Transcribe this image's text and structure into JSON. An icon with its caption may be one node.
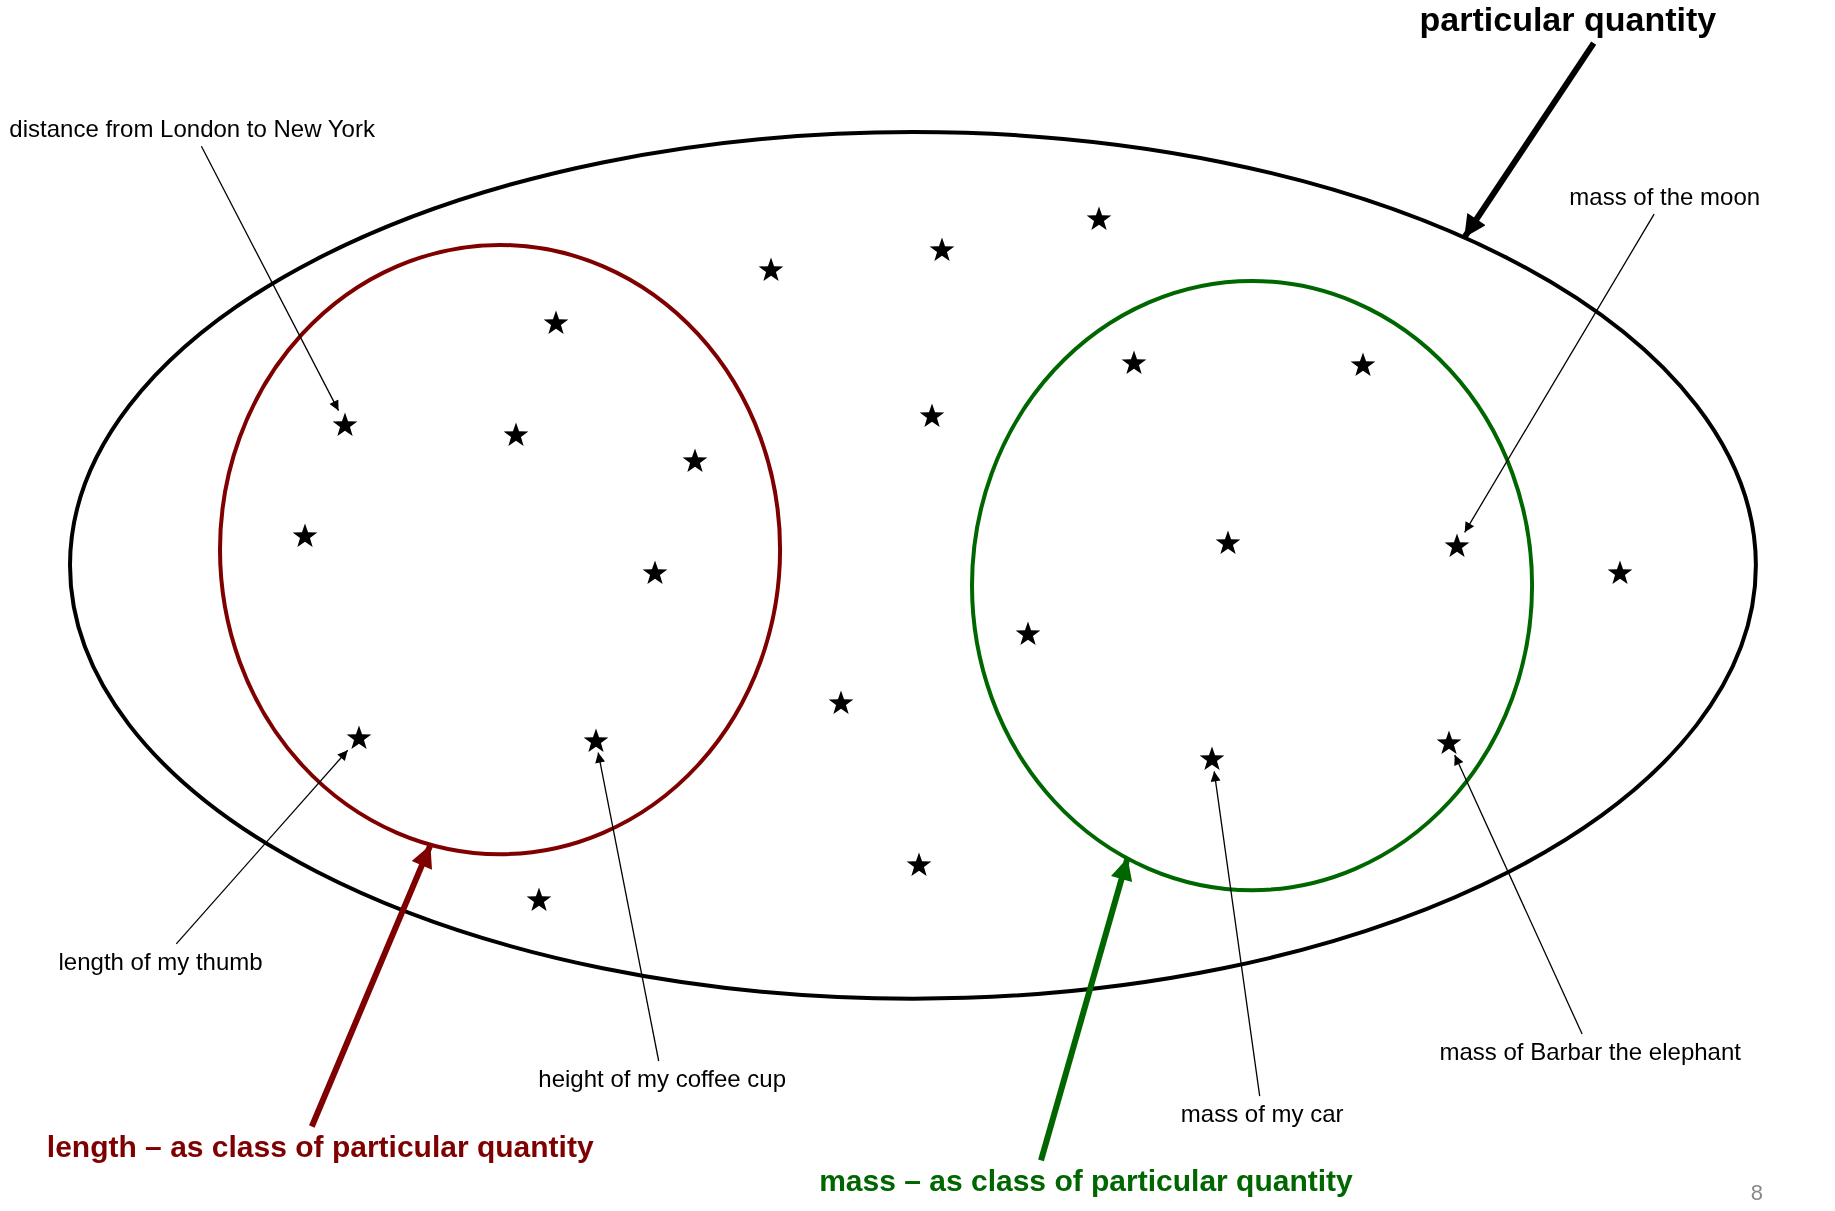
{
  "diagram": {
    "nodes": [
      {
        "text": [
          "particular quantity"
        ]
      },
      {
        "text": [],
        "shape": "ellipse"
      },
      {
        "text": [],
        "shape": "circle",
        "in": 1
      },
      {
        "text": [],
        "shape": "circle",
        "in": 1
      },
      {
        "text": [
          "length – as class of particular quantity"
        ]
      },
      {
        "text": [
          "mass – as class of particular quantity"
        ]
      },
      {
        "text": [
          "distance from London to New York"
        ]
      },
      {
        "text": [
          "mass of the moon"
        ]
      },
      {
        "text": [
          "length of my thumb"
        ]
      },
      {
        "text": [
          "height of my coffee cup"
        ]
      },
      {
        "text": [
          "mass of my car"
        ]
      },
      {
        "text": [
          "mass of Barbar the elephant"
        ]
      },
      {
        "text": [],
        "shape": "star",
        "in": 2
      },
      {
        "text": [],
        "shape": "star",
        "in": 2
      },
      {
        "text": [],
        "shape": "star",
        "in": 2
      },
      {
        "text": [],
        "shape": "star",
        "in": 2
      },
      {
        "text": [],
        "shape": "star",
        "in": 2
      },
      {
        "text": [],
        "shape": "star",
        "in": 2
      },
      {
        "text": [],
        "shape": "star",
        "in": 2
      },
      {
        "text": [],
        "shape": "star",
        "in": 2
      },
      {
        "text": [],
        "shape": "star",
        "in": 3
      },
      {
        "text": [],
        "shape": "star",
        "in": 3
      },
      {
        "text": [],
        "shape": "star",
        "in": 3
      },
      {
        "text": [],
        "shape": "star",
        "in": 3
      },
      {
        "text": [],
        "shape": "star",
        "in": 3
      },
      {
        "text": [],
        "shape": "star",
        "in": 3
      },
      {
        "text": [],
        "shape": "star",
        "in": 3
      },
      {
        "text": [],
        "shape": "star",
        "in": 1
      },
      {
        "text": [],
        "shape": "star",
        "in": 1
      },
      {
        "text": [],
        "shape": "star",
        "in": 1
      },
      {
        "text": [],
        "shape": "star",
        "in": 1
      },
      {
        "text": [],
        "shape": "star",
        "in": 1
      },
      {
        "text": [],
        "shape": "star",
        "in": 1
      },
      {
        "text": [],
        "shape": "star",
        "in": 1
      },
      {
        "text": [],
        "shape": "star",
        "in": 1
      }
    ],
    "edges": [
      {
        "from": 0,
        "to": 1,
        "arrow": "to",
        "style": "thick"
      },
      {
        "from": 4,
        "to": 2,
        "arrow": "to",
        "style": "thick",
        "color": "#7f0000"
      },
      {
        "from": 5,
        "to": 3,
        "arrow": "to",
        "style": "thick",
        "color": "#006600"
      },
      {
        "from": 6,
        "to": 13,
        "arrow": "to"
      },
      {
        "from": 7,
        "to": 23,
        "arrow": "to"
      },
      {
        "from": 8,
        "to": 18,
        "arrow": "to"
      },
      {
        "from": 9,
        "to": 19,
        "arrow": "to"
      },
      {
        "from": 10,
        "to": 25,
        "arrow": "to"
      },
      {
        "from": 11,
        "to": 26,
        "arrow": "to"
      }
    ],
    "labels": [
      "8"
    ]
  }
}
